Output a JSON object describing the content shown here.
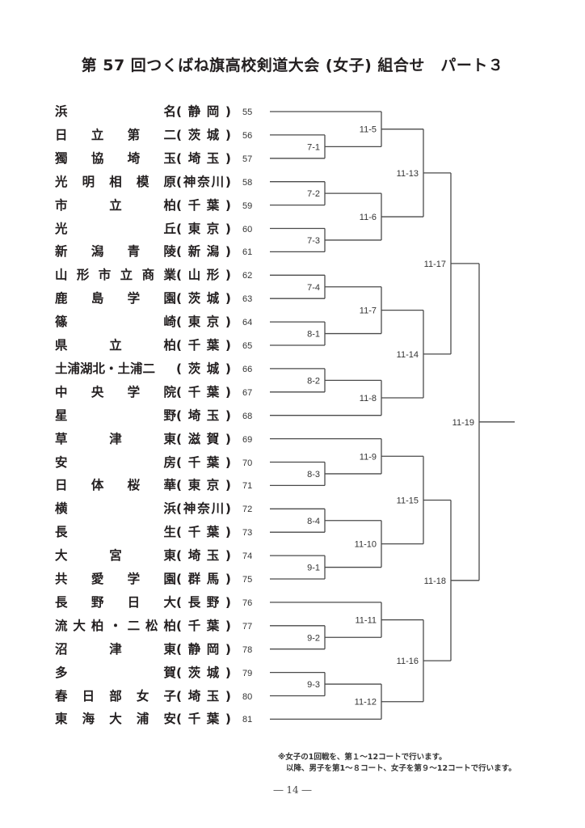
{
  "title": "第 57 回つくばね旗高校剣道大会 (女子) 組合せ　パート３",
  "entries": [
    {
      "seed": "55",
      "school": "浜名",
      "school_cells": [
        "浜",
        "",
        "",
        "名"
      ],
      "pref": "(静岡)"
    },
    {
      "seed": "56",
      "school": "日立第二",
      "school_cells": [
        "日",
        "立",
        "第",
        "二"
      ],
      "pref": "(茨城)"
    },
    {
      "seed": "57",
      "school": "獨協埼玉",
      "school_cells": [
        "獨",
        "協",
        "埼",
        "玉"
      ],
      "pref": "(埼玉)"
    },
    {
      "seed": "58",
      "school": "光明相模原",
      "school_cells": [
        "光",
        "明",
        "相",
        "模",
        "原"
      ],
      "pref": "(神奈川)"
    },
    {
      "seed": "59",
      "school": "市立柏",
      "school_cells": [
        "市",
        "",
        "立",
        "",
        "柏"
      ],
      "pref": "(千葉)"
    },
    {
      "seed": "60",
      "school": "光丘",
      "school_cells": [
        "光",
        "",
        "",
        "丘"
      ],
      "pref": "(東京)"
    },
    {
      "seed": "61",
      "school": "新潟青陵",
      "school_cells": [
        "新",
        "潟",
        "青",
        "陵"
      ],
      "pref": "(新潟)"
    },
    {
      "seed": "62",
      "school": "山形市立商業",
      "school_cells": [
        "山",
        "形",
        "市",
        "立",
        "商",
        "業"
      ],
      "pref": "(山形)"
    },
    {
      "seed": "63",
      "school": "鹿島学園",
      "school_cells": [
        "鹿",
        "島",
        "学",
        "園"
      ],
      "pref": "(茨城)"
    },
    {
      "seed": "64",
      "school": "篠崎",
      "school_cells": [
        "篠",
        "",
        "",
        "崎"
      ],
      "pref": "(東京)"
    },
    {
      "seed": "65",
      "school": "県立柏",
      "school_cells": [
        "県",
        "",
        "立",
        "",
        "柏"
      ],
      "pref": "(千葉)"
    },
    {
      "seed": "66",
      "school": "土浦湖北・土浦二",
      "school_cells": [
        "土浦湖北・土浦二"
      ],
      "pref": "(茨城)"
    },
    {
      "seed": "67",
      "school": "中央学院",
      "school_cells": [
        "中",
        "央",
        "学",
        "院"
      ],
      "pref": "(千葉)"
    },
    {
      "seed": "68",
      "school": "星野",
      "school_cells": [
        "星",
        "",
        "",
        "野"
      ],
      "pref": "(埼玉)"
    },
    {
      "seed": "69",
      "school": "草津東",
      "school_cells": [
        "草",
        "",
        "津",
        "",
        "東"
      ],
      "pref": "(滋賀)"
    },
    {
      "seed": "70",
      "school": "安房",
      "school_cells": [
        "安",
        "",
        "",
        "房"
      ],
      "pref": "(千葉)"
    },
    {
      "seed": "71",
      "school": "日体桜華",
      "school_cells": [
        "日",
        "体",
        "桜",
        "華"
      ],
      "pref": "(東京)"
    },
    {
      "seed": "72",
      "school": "横浜",
      "school_cells": [
        "横",
        "",
        "",
        "浜"
      ],
      "pref": "(神奈川)"
    },
    {
      "seed": "73",
      "school": "長生",
      "school_cells": [
        "長",
        "",
        "",
        "生"
      ],
      "pref": "(千葉)"
    },
    {
      "seed": "74",
      "school": "大宮東",
      "school_cells": [
        "大",
        "",
        "宮",
        "",
        "東"
      ],
      "pref": "(埼玉)"
    },
    {
      "seed": "75",
      "school": "共愛学園",
      "school_cells": [
        "共",
        "愛",
        "学",
        "園"
      ],
      "pref": "(群馬)"
    },
    {
      "seed": "76",
      "school": "長野日大",
      "school_cells": [
        "長",
        "野",
        "日",
        "大"
      ],
      "pref": "(長野)"
    },
    {
      "seed": "77",
      "school": "流大柏・二松柏",
      "school_cells": [
        "流",
        "大",
        "柏",
        "・",
        "二",
        "松",
        "柏"
      ],
      "pref": "(千葉)"
    },
    {
      "seed": "78",
      "school": "沼津東",
      "school_cells": [
        "沼",
        "",
        "津",
        "",
        "東"
      ],
      "pref": "(静岡)"
    },
    {
      "seed": "79",
      "school": "多賀",
      "school_cells": [
        "多",
        "",
        "",
        "賀"
      ],
      "pref": "(茨城)"
    },
    {
      "seed": "80",
      "school": "春日部女子",
      "school_cells": [
        "春",
        "日",
        "部",
        "女",
        "子"
      ],
      "pref": "(埼玉)"
    },
    {
      "seed": "81",
      "school": "東海大浦安",
      "school_cells": [
        "東",
        "海",
        "大",
        "浦",
        "安"
      ],
      "pref": "(千葉)"
    }
  ],
  "matches": {
    "round1": [
      "7-1",
      "7-2",
      "7-3",
      "7-4",
      "8-1",
      "8-2",
      "8-3",
      "8-4",
      "9-1",
      "9-2",
      "9-3"
    ],
    "round2": [
      "11-5",
      "11-6",
      "11-7",
      "11-8",
      "11-9",
      "11-10",
      "11-11",
      "11-12"
    ],
    "round3": [
      "11-13",
      "11-14",
      "11-15",
      "11-16"
    ],
    "round4": [
      "11-17",
      "11-18"
    ],
    "final": "11-19"
  },
  "notes": {
    "line1": "※女子の1回戦を、第１～12コートで行います。",
    "line2": "以降、男子を第1～８コート、女子を第９～12コートで行います。"
  },
  "page_number": "― 14 ―"
}
